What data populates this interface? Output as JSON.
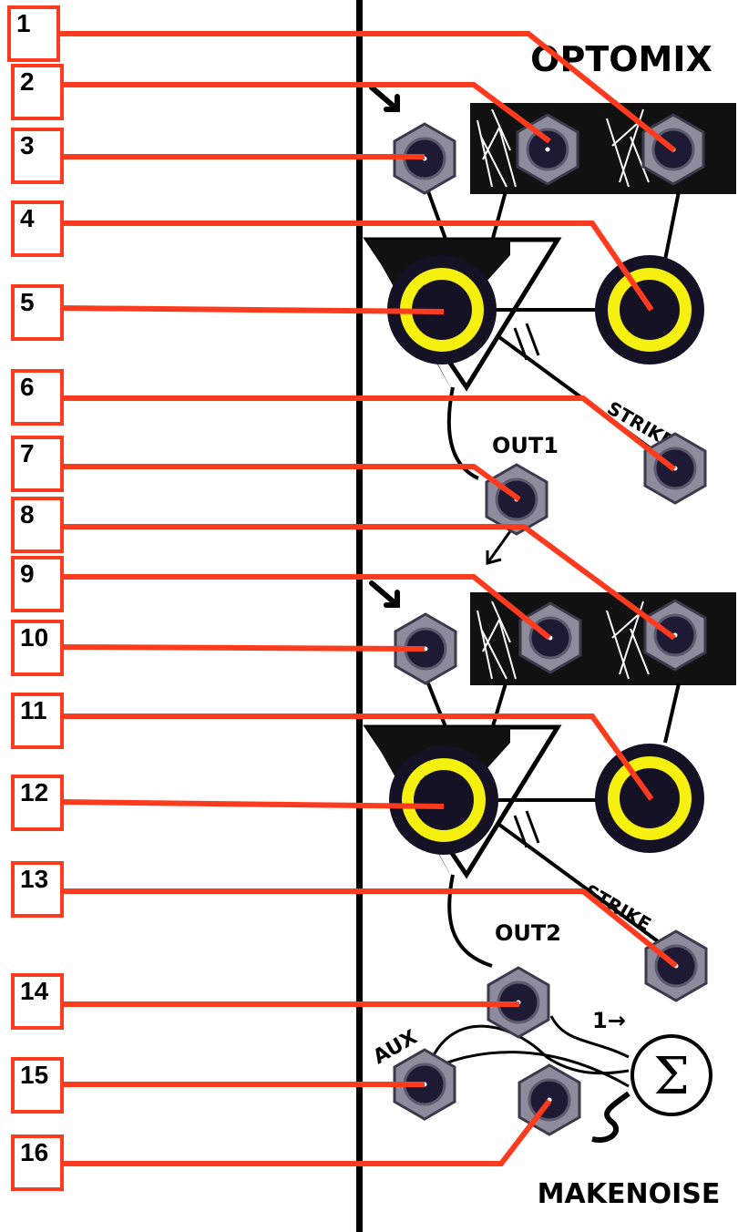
{
  "panel": {
    "brand": "OPTOMIX",
    "footer_brand": "MAKENOISE",
    "labels": {
      "out1": "OUT1",
      "out2": "OUT2",
      "strike1": "STRIKE",
      "strike2": "STRIKE",
      "aux": "AUX",
      "sum_arrow": "1→",
      "sum_symbol": "Σ"
    }
  },
  "callouts": [
    "1",
    "2",
    "3",
    "4",
    "5",
    "6",
    "7",
    "8",
    "9",
    "10",
    "11",
    "12",
    "13",
    "14",
    "15",
    "16"
  ],
  "colors": {
    "callout": "#ff3b1f",
    "knob_yellow": "#f5f00f",
    "jack_face": "#8e8c9c",
    "jack_hole": "#1e1a33"
  }
}
